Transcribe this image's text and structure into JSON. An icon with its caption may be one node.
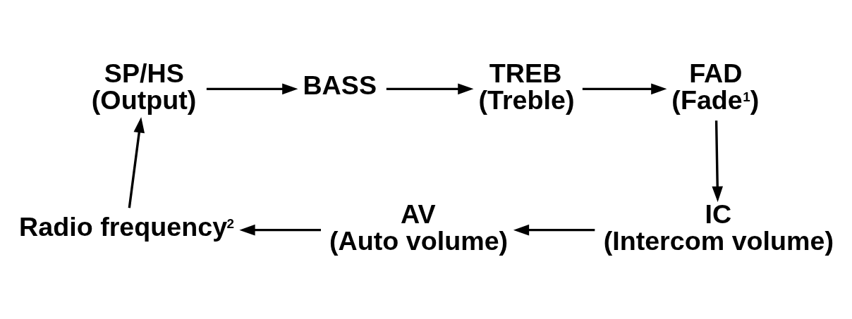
{
  "diagram": {
    "nodes": [
      {
        "text": [
          "SP/HS",
          "(Output)"
        ]
      },
      {
        "text": [
          "BASS"
        ]
      },
      {
        "text": [
          "TREB",
          "(Treble)"
        ]
      },
      {
        "text": [
          "FAD",
          "(Fade$^{1}$)"
        ]
      },
      {
        "text": [
          "Radio frequency$^{2}$"
        ]
      },
      {
        "text": [
          "AV",
          "(Auto volume)"
        ]
      },
      {
        "text": [
          "IC",
          "(Intercom volume)"
        ]
      }
    ],
    "edges": [
      {
        "from": 0,
        "to": 1,
        "arrow": "to"
      },
      {
        "from": 1,
        "to": 2,
        "arrow": "to"
      },
      {
        "from": 2,
        "to": 3,
        "arrow": "to"
      },
      {
        "from": 3,
        "to": 6,
        "arrow": "to"
      },
      {
        "from": 6,
        "to": 5,
        "arrow": "to"
      },
      {
        "from": 5,
        "to": 4,
        "arrow": "to"
      },
      {
        "from": 4,
        "to": 0,
        "arrow": "to"
      }
    ]
  }
}
